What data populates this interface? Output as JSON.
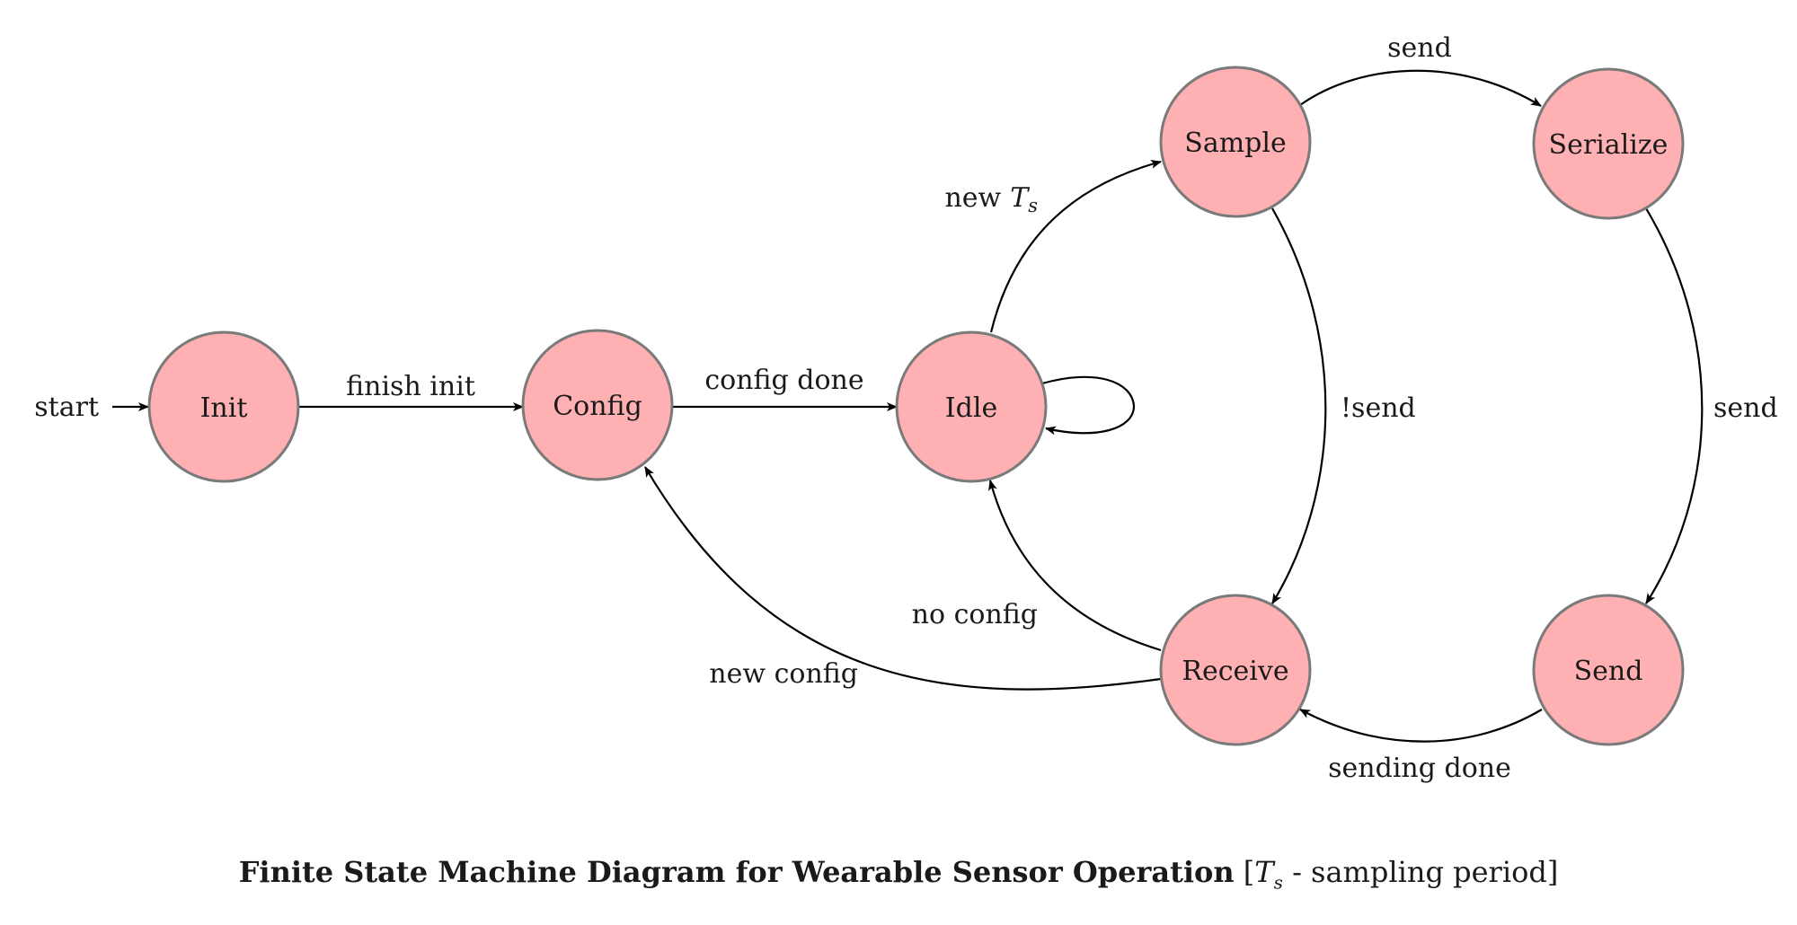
{
  "diagram": {
    "states": {
      "init": "Init",
      "config": "Config",
      "idle": "Idle",
      "sample": "Sample",
      "serialize": "Serialize",
      "receive": "Receive",
      "send": "Send"
    },
    "edges": {
      "start": "start",
      "finish_init": "finish init",
      "config_done": "config done",
      "new_ts_prefix": "new",
      "new_ts_symbol": "T",
      "new_ts_sub": "s",
      "send_top": "send",
      "send_right": "send",
      "not_send": "!send",
      "no_config": "no config",
      "new_config": "new config",
      "sending_done": "sending done"
    }
  },
  "caption": {
    "bold": "Finite State Machine Diagram for Wearable Sensor Operation",
    "open_bracket": "[",
    "symbol": "T",
    "sub": "s",
    "rest": " - sampling period]"
  }
}
